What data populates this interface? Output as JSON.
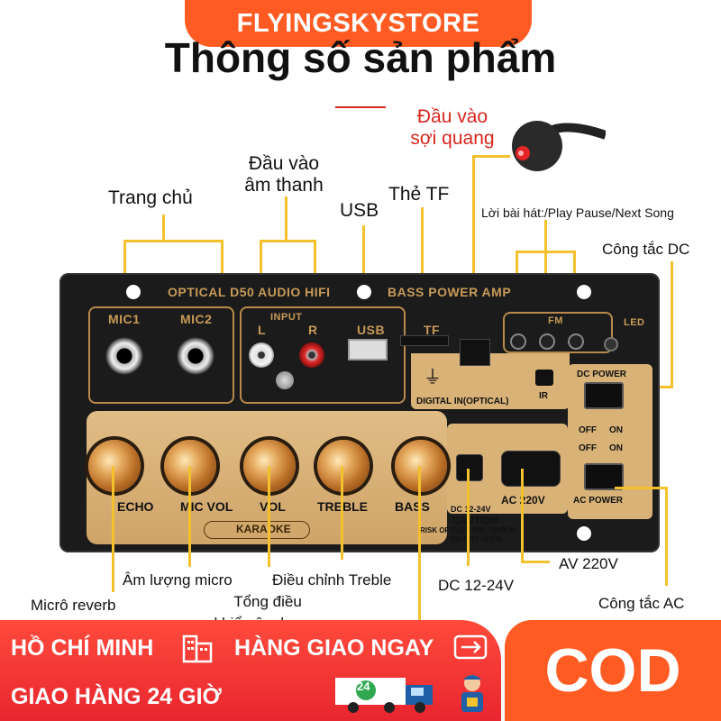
{
  "store": {
    "name": "FLYINGSKYSTORE"
  },
  "title": "Thông số sản phẩm",
  "labels": {
    "optical_input": "Đầu vào\nsợi quang",
    "optical_in_line1": "Đầu vào",
    "optical_in_line2": "sợi quang",
    "audio_input_line1": "Đầu vào",
    "audio_input_line2": "âm thanh",
    "home": "Trang chủ",
    "usb": "USB",
    "tf_card": "Thẻ TF",
    "play_controls": "Lời bài hát:/Play Pause/Next Song",
    "dc_switch": "Công tắc DC",
    "mic_volume": "Âm lượng micro",
    "treble_adjust": "Điều chỉnh Treble",
    "dc_input": "DC 12-24V",
    "ac_input": "AV 220V",
    "ac_switch": "Công tắc AC",
    "mic_reverb": "Micrô reverb",
    "total_line1": "Tổng điều",
    "total_line2": "khiển âm lượng"
  },
  "board": {
    "brand_left": "OPTICAL D50 AUDIO HIFI",
    "brand_right": "BASS POWER AMP",
    "mic1": "MIC1",
    "mic2": "MIC2",
    "input": "INPUT",
    "l": "L",
    "r": "R",
    "usb": "USB",
    "tf": "TF",
    "fm": "FM",
    "led": "LED",
    "ir": "IR",
    "digital_in": "DIGITAL IN(OPTICAL)",
    "dc_power": "DC POWER",
    "off": "OFF",
    "on": "ON",
    "ac_power": "AC POWER",
    "dc_port": "DC 12-24V",
    "ac_port": "AC 220V",
    "caution": "CAUTION",
    "caution_sub1": "RISK OF ELECTRIC SHOCK",
    "caution_sub2": "DO NOT OPEN",
    "karaoke": "KARAOKE",
    "knobs": [
      "ECHO",
      "MIC VOL",
      "VOL",
      "TREBLE",
      "BASS"
    ]
  },
  "banner": {
    "city": "HỒ CHÍ MINH",
    "fast_delivery": "HÀNG GIAO NGAY",
    "delivery_24h": "GIAO HÀNG 24 GIỜ",
    "truck_badge": "24",
    "cod": "COD"
  },
  "colors": {
    "accent_orange": "#ff5b22",
    "banner_red": "#e8262f",
    "guide_yellow": "#f3c12c",
    "board_gold": "#d9b277"
  }
}
